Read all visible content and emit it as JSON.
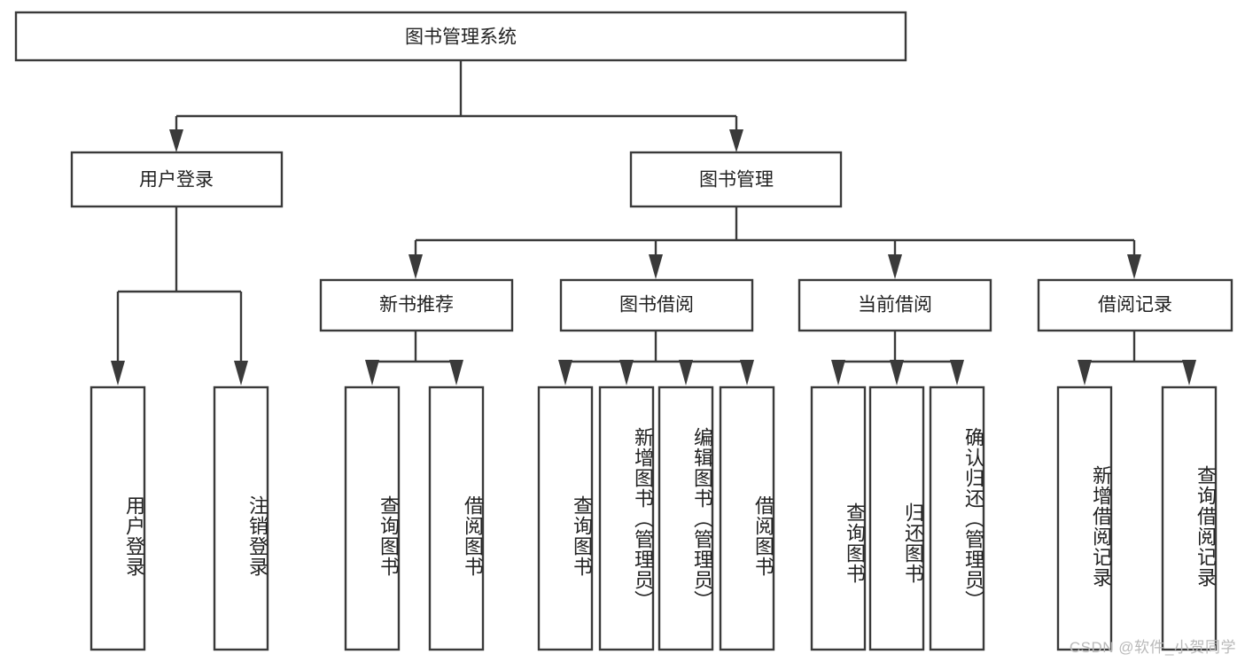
{
  "diagram": {
    "title": "图书管理系统",
    "type": "tree-hierarchy-chart",
    "orientation": "top-down",
    "colors": {
      "node_fill": "#ffffff",
      "node_stroke": "#3a3a3a",
      "text": "#222222",
      "background": "#ffffff",
      "watermark": "#b9b9b9"
    },
    "levels": {
      "root": {
        "label": "图书管理系统"
      },
      "level2": [
        {
          "label": "用户登录"
        },
        {
          "label": "图书管理"
        }
      ],
      "level3": [
        {
          "label": "新书推荐"
        },
        {
          "label": "图书借阅"
        },
        {
          "label": "当前借阅"
        },
        {
          "label": "借阅记录"
        }
      ],
      "leaves": {
        "user_login": [
          {
            "label": "用户登录"
          },
          {
            "label": "注销登录"
          }
        ],
        "new_book_recommend": [
          {
            "label": "查询图书"
          },
          {
            "label": "借阅图书"
          }
        ],
        "book_borrow": [
          {
            "label": "查询图书"
          },
          {
            "label": "新增图书（管理员）"
          },
          {
            "label": "编辑图书（管理员）"
          },
          {
            "label": "借阅图书"
          }
        ],
        "current_borrow": [
          {
            "label": "查询图书"
          },
          {
            "label": "归还图书"
          },
          {
            "label": "确认归还（管理员）"
          }
        ],
        "borrow_record": [
          {
            "label": "新增借阅记录"
          },
          {
            "label": "查询借阅记录"
          }
        ]
      }
    },
    "watermark": "CSDN @软件_小贺同学"
  }
}
